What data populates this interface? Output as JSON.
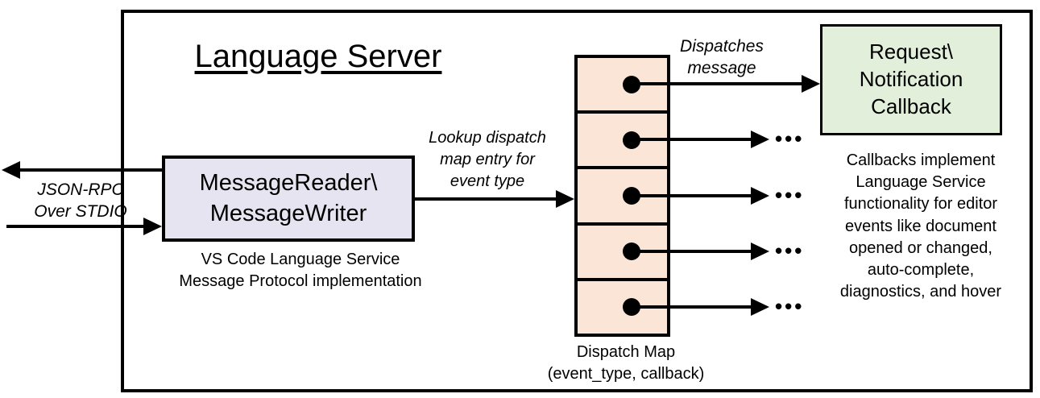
{
  "title": "Language Server",
  "io_channel_label": "JSON-RPC\nOver STDIO",
  "message_box": "MessageReader\\\nMessageWriter",
  "message_box_caption": "VS Code Language Service\nMessage Protocol implementation",
  "lookup_arrow_label": "Lookup dispatch\nmap entry for\nevent type",
  "dispatch_arrow_label": "Dispatches\nmessage",
  "callback_box": "Request\\\nNotification\nCallback",
  "callback_note": "Callbacks implement\nLanguage Service\nfunctionality for editor\nevents like document\nopened or changed,\nauto-complete,\ndiagnostics, and hover",
  "dispatch_map_caption": "Dispatch Map\n(event_type, callback)",
  "ellipsis": "•••",
  "dispatch_map_rows": 5,
  "colors": {
    "message_box_fill": "#e6e4f0",
    "dispatch_map_fill": "#fbe5d6",
    "callback_box_fill": "#e2efda",
    "line": "#000000"
  }
}
